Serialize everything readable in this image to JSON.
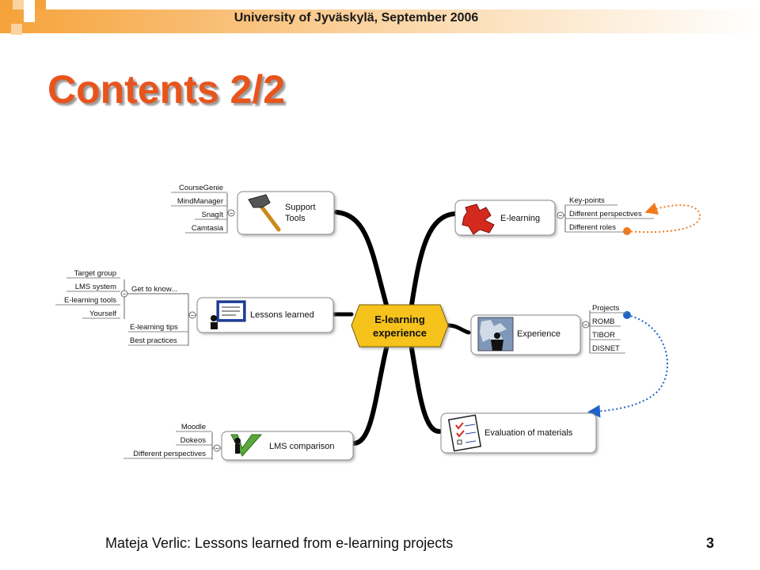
{
  "header": {
    "text": "University of Jyväskylä, September 2006"
  },
  "slide": {
    "title": "Contents 2/2",
    "page_number": "3"
  },
  "footer": {
    "text": "Mateja Verlic: Lessons learned from e-learning projects"
  },
  "colors": {
    "title": "#e8541c",
    "accent_orange": "#f4a23c",
    "center_node": "#f6c21a",
    "arrow_orange": "#f07a1e",
    "arrow_blue": "#1e64c8"
  },
  "mindmap": {
    "center": {
      "line1": "E-learning",
      "line2": "experience"
    },
    "support": {
      "line1": "Support",
      "line2": "Tools",
      "icon": "hammer-icon",
      "items": [
        "CourseGenie",
        "MindManager",
        "SnagIt",
        "Camtasia"
      ]
    },
    "lessons": {
      "label": "Lessons learned",
      "icon": "presenter-icon",
      "group1": "Get to know...",
      "group1_items": [
        "Target group",
        "LMS system",
        "E-learning tools",
        "Yourself"
      ],
      "items": [
        "E-learning tips",
        "Best practices"
      ]
    },
    "lms": {
      "label": "LMS comparison",
      "icon": "checkmark-icon",
      "items": [
        "Moodle",
        "Dokeos",
        "Different perspectives"
      ]
    },
    "elearning": {
      "label": "E-learning",
      "icon": "puzzle-icon",
      "items": [
        "Key-points",
        "Different perspectives",
        "Different roles"
      ]
    },
    "experience": {
      "label": "Experience",
      "icon": "puzzle-person-icon",
      "items": [
        "Projects",
        "ROMB",
        "TIBOR",
        "DISNET"
      ]
    },
    "evaluation": {
      "label": "Evaluation of materials",
      "icon": "checklist-icon"
    }
  }
}
